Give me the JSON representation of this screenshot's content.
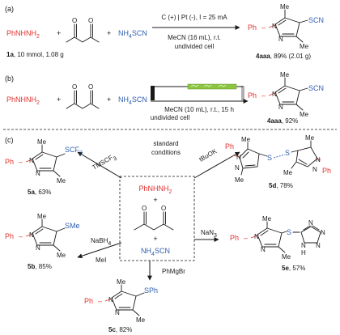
{
  "panel_a": {
    "label": "(a)",
    "reagent_hydrazine": "PhNHNH",
    "hydrazine_sub": "2",
    "plus1": "+",
    "plus2": "+",
    "thiocyanate_pre": "NH",
    "thiocyanate_sub": "4",
    "thiocyanate_post": "SCN",
    "conditions_top": "C (+) | Pt (-), I = 25 mA",
    "conditions_bottom1": "MeCN (16 mL), r.t.",
    "conditions_bottom2": "undivided cell",
    "footnote_bold": "1a",
    "footnote_rest": ", 10 mmol, 1.08 g",
    "product_label_bold": "4aaa",
    "product_label_rest": ", 89% (2.01 g)"
  },
  "panel_b": {
    "label": "(b)",
    "reagent_hydrazine": "PhNHNH",
    "hydrazine_sub": "2",
    "plus1": "+",
    "plus2": "+",
    "thiocyanate_pre": "NH",
    "thiocyanate_sub": "4",
    "thiocyanate_post": "SCN",
    "conditions_bottom1": "MeCN (10 mL), r.t., 15 h",
    "conditions_bottom2": "undivided cell",
    "product_label_bold": "4aaa",
    "product_label_rest": ", 92%"
  },
  "panel_c": {
    "label": "(c)",
    "center_title1": "standard",
    "center_title2": "conditions",
    "center_hydrazine": "PhNHNH",
    "center_hydrazine_sub": "2",
    "center_plus1": "+",
    "center_plus2": "+",
    "center_thiocyanate_pre": "NH",
    "center_thiocyanate_sub": "4",
    "center_thiocyanate_post": "SCN",
    "reagent_5a": "TMSCF",
    "reagent_5a_sub": "3",
    "reagent_5d": "tBuOK",
    "reagent_5b_1": "NaBH",
    "reagent_5b_1_sub": "4",
    "reagent_5b_2": "MeI",
    "reagent_5e": "NaN",
    "reagent_5e_sub": "3",
    "reagent_5c": "PhMgBr",
    "group_5a": "SCF",
    "group_5a_sub": "3",
    "group_5b": "SMe",
    "group_5c": "SPh",
    "group_5d_s1": "S",
    "group_5d_s2": "S",
    "group_5e_s": "S",
    "tetrazole_n1": "N",
    "tetrazole_n2": "N",
    "tetrazole_n3": "N",
    "tetrazole_nh": "N",
    "tetrazole_h": "H",
    "label_5a_bold": "5a",
    "label_5a_rest": ", 63%",
    "label_5b_bold": "5b",
    "label_5b_rest": ", 85%",
    "label_5c_bold": "5c",
    "label_5c_rest": ", 82%",
    "label_5d_bold": "5d",
    "label_5d_rest": ", 78%",
    "label_5e_bold": "5e",
    "label_5e_rest": ", 57%"
  },
  "common": {
    "methyl": "Me",
    "phenyl": "Ph",
    "nitrogen": "N",
    "oxygen": "O",
    "scn": "SCN"
  },
  "colors": {
    "red": "#e0322e",
    "blue": "#2f5fb0",
    "black": "#1a1a1a",
    "electrode_green": "#8cc63f"
  }
}
